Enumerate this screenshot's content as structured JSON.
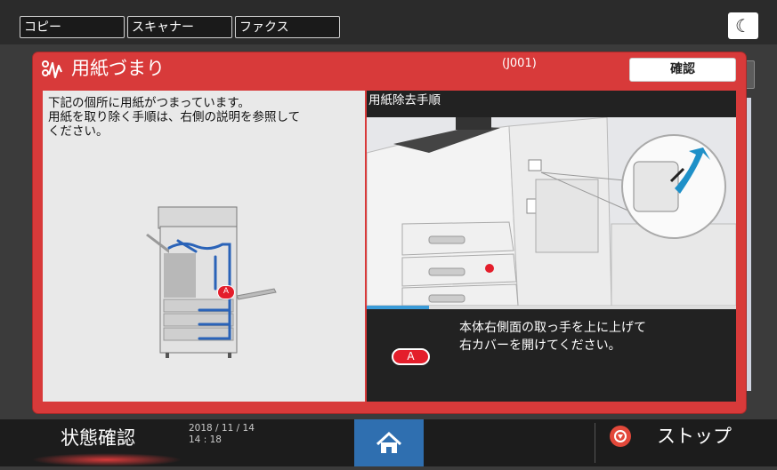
{
  "tabs": [
    {
      "label": "コピー"
    },
    {
      "label": "スキャナー"
    },
    {
      "label": "ファクス"
    }
  ],
  "night_mode_icon": "moon-icon",
  "dialog": {
    "title": "用紙づまり",
    "code": "(J001)",
    "confirm_label": "確認",
    "instruction": "下記の個所に用紙がつまっています。\n用紙を取り除く手順は、右側の説明を参照して\nください。",
    "location_marker": "A",
    "procedure_title": "用紙除去手順",
    "step_text": "本体右側面の取っ手を上に上げて\n右カバーを開けてください。",
    "step_marker": "A",
    "step_progress": 0.17,
    "accent_color": "#d83a3a"
  },
  "bottom": {
    "status_label": "状態確認",
    "datetime": "2018 / 11 / 14\n14 : 18",
    "home_icon": "home-icon",
    "stop_label": "ストップ",
    "stop_icon": "stop-icon"
  }
}
